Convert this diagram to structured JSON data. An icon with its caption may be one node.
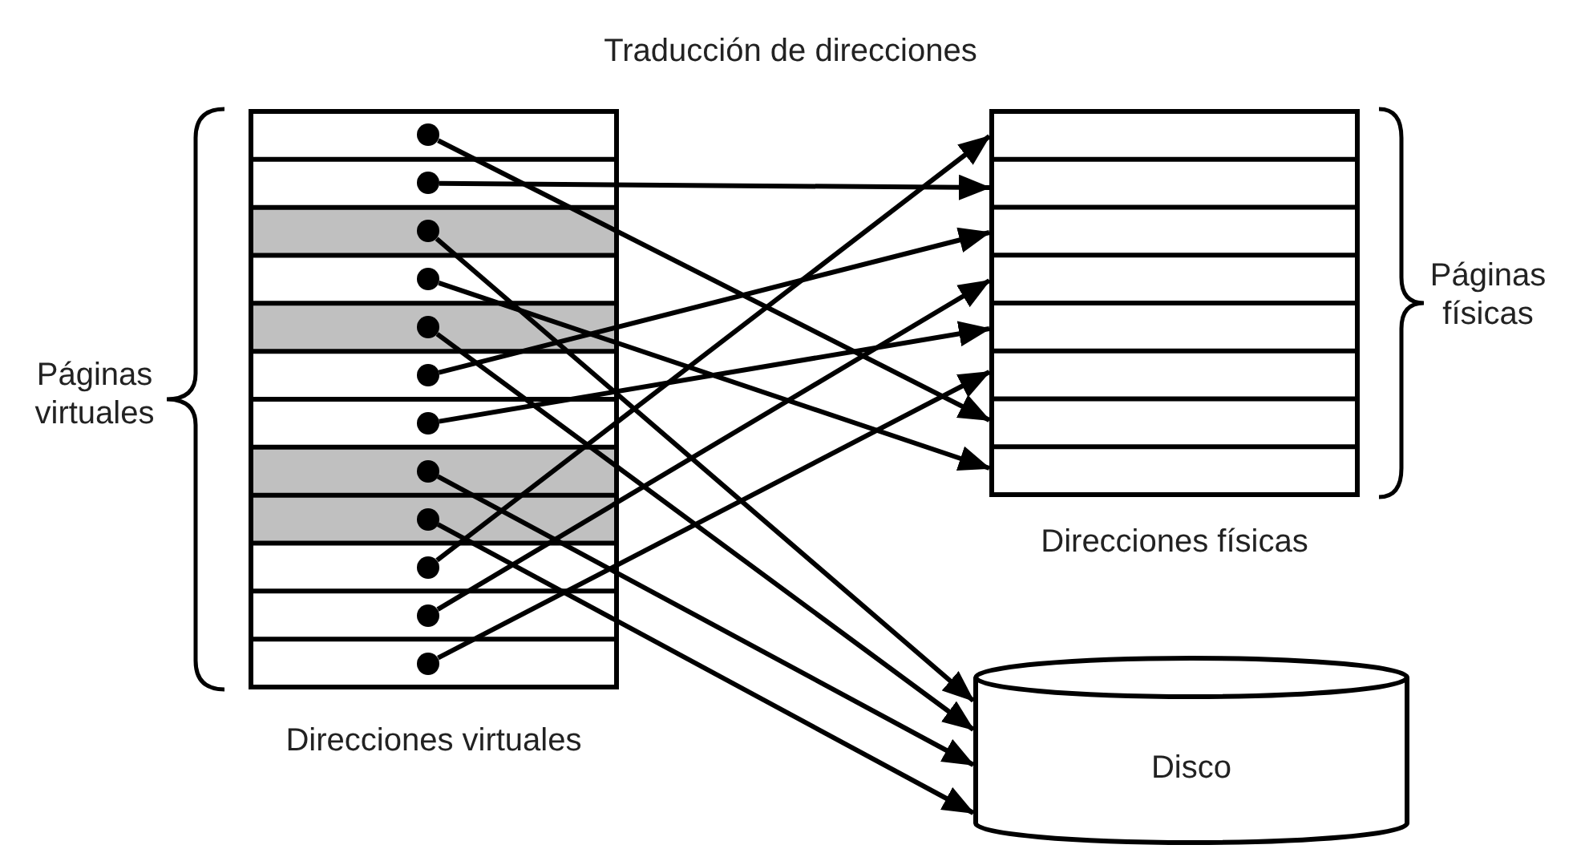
{
  "diagram": {
    "title": "Traducción de direcciones",
    "nodes": [
      {
        "text": [
          "Direcciones virtuales"
        ],
        "beside": [
          "Páginas virtuales"
        ]
      },
      {
        "text": [],
        "shape": "circle",
        "in": 0
      },
      {
        "text": [],
        "shape": "circle",
        "in": 0
      },
      {
        "text": [],
        "shape": "circle",
        "in": 0
      },
      {
        "text": [],
        "shape": "circle",
        "in": 0
      },
      {
        "text": [],
        "shape": "circle",
        "in": 0
      },
      {
        "text": [],
        "shape": "circle",
        "in": 0
      },
      {
        "text": [],
        "shape": "circle",
        "in": 0
      },
      {
        "text": [],
        "shape": "circle",
        "in": 0
      },
      {
        "text": [],
        "shape": "circle",
        "in": 0
      },
      {
        "text": [],
        "shape": "circle",
        "in": 0
      },
      {
        "text": [],
        "shape": "circle",
        "in": 0
      },
      {
        "text": [],
        "shape": "circle",
        "in": 0
      },
      {
        "text": [
          "Direcciones físicas"
        ],
        "beside": [
          "Páginas físicas"
        ]
      },
      {
        "text": [
          "Disco"
        ]
      }
    ],
    "edges": [
      {
        "from": 1,
        "to": 13,
        "arrow": "to"
      },
      {
        "from": 2,
        "to": 13,
        "arrow": "to"
      },
      {
        "from": 3,
        "to": 14,
        "arrow": "to"
      },
      {
        "from": 4,
        "to": 13,
        "arrow": "to"
      },
      {
        "from": 5,
        "to": 14,
        "arrow": "to"
      },
      {
        "from": 6,
        "to": 13,
        "arrow": "to"
      },
      {
        "from": 7,
        "to": 13,
        "arrow": "to"
      },
      {
        "from": 8,
        "to": 14,
        "arrow": "to"
      },
      {
        "from": 9,
        "to": 14,
        "arrow": "to"
      },
      {
        "from": 10,
        "to": 13,
        "arrow": "to"
      },
      {
        "from": 11,
        "to": 13,
        "arrow": "to"
      },
      {
        "from": 12,
        "to": 13,
        "arrow": "to"
      }
    ]
  }
}
